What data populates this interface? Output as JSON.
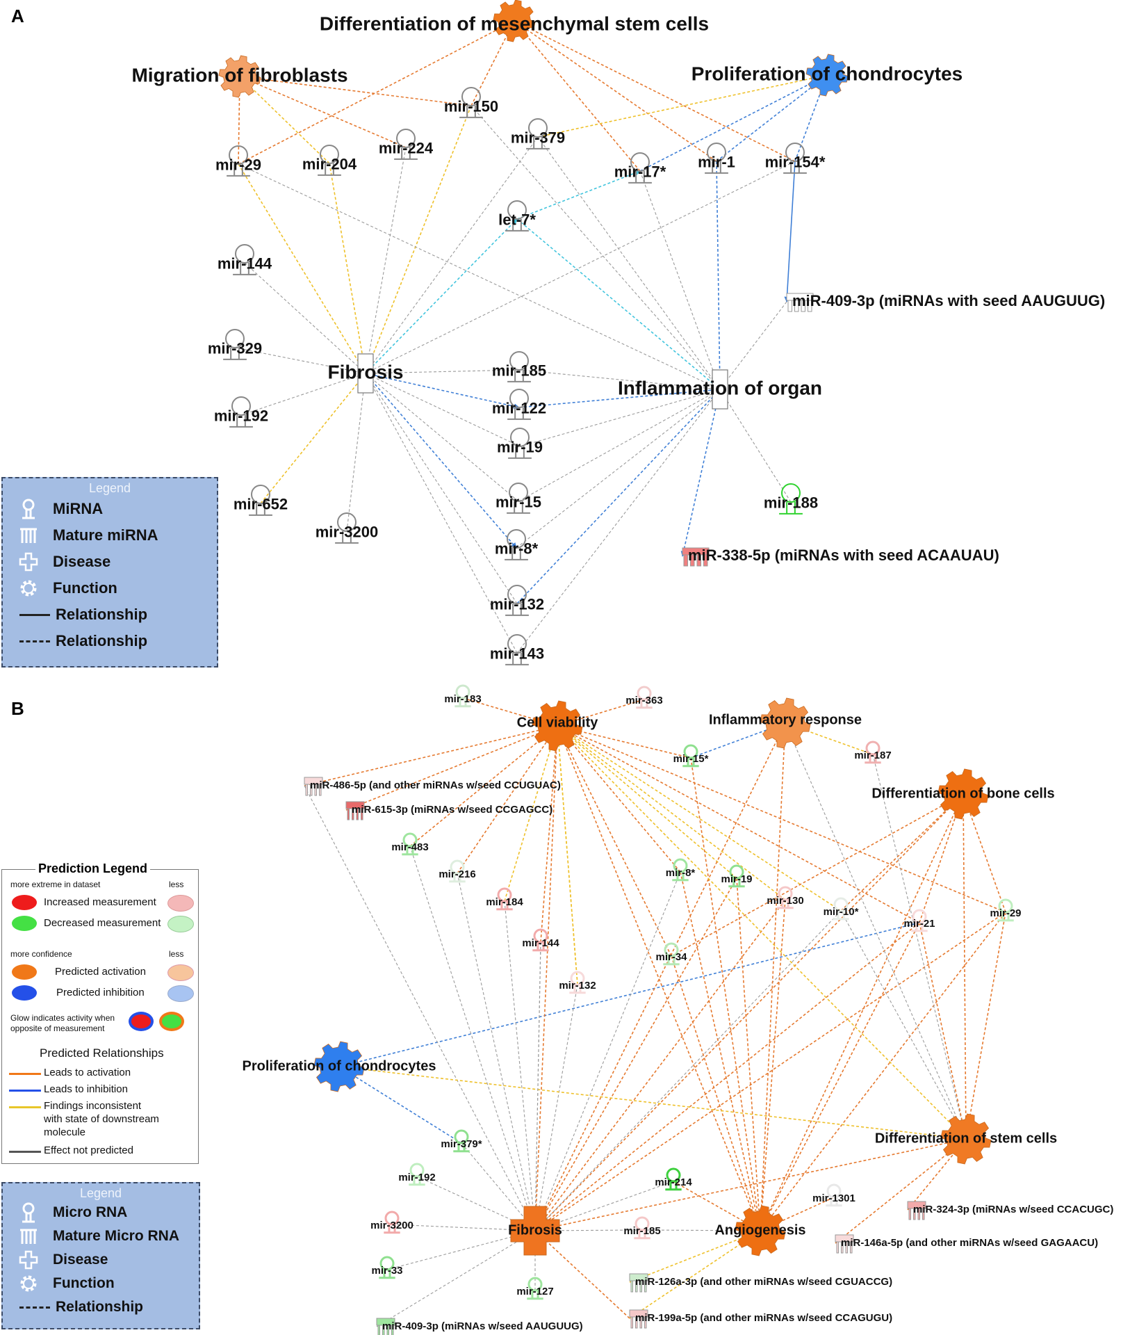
{
  "panels": [
    {
      "letter": "A",
      "functions": [
        {
          "id": "f1",
          "label": "Differentiation of mesenchymal stem cells",
          "color": "#f07a1e"
        },
        {
          "id": "f2",
          "label": "Migration of fibroblasts",
          "color": "#f3a168"
        },
        {
          "id": "f3",
          "label": "Proliferation of chondrocytes",
          "color": "#3f8ff0"
        }
      ],
      "diseases": [
        {
          "id": "d1",
          "label": "Fibrosis",
          "color": "#ffffff"
        },
        {
          "id": "d2",
          "label": "Inflammation of organ",
          "color": "#ffffff"
        }
      ],
      "mirnas": [
        {
          "id": "m150",
          "label": "mir-150",
          "color": "#ffffff"
        },
        {
          "id": "m379",
          "label": "mir-379",
          "color": "#ffffff"
        },
        {
          "id": "m224",
          "label": "mir-224",
          "color": "#ffffff"
        },
        {
          "id": "m29",
          "label": "mir-29",
          "color": "#ffffff"
        },
        {
          "id": "m204",
          "label": "mir-204",
          "color": "#ffffff"
        },
        {
          "id": "m17",
          "label": "mir-17*",
          "color": "#ffffff"
        },
        {
          "id": "m1",
          "label": "mir-1",
          "color": "#ffffff"
        },
        {
          "id": "m154",
          "label": "mir-154*",
          "color": "#ffffff"
        },
        {
          "id": "let7",
          "label": "let-7*",
          "color": "#ffffff"
        },
        {
          "id": "m144",
          "label": "mir-144",
          "color": "#ffffff"
        },
        {
          "id": "m329",
          "label": "mir-329",
          "color": "#ffffff"
        },
        {
          "id": "m192",
          "label": "mir-192",
          "color": "#ffffff"
        },
        {
          "id": "m652",
          "label": "mir-652",
          "color": "#ffffff"
        },
        {
          "id": "m3200",
          "label": "mir-3200",
          "color": "#ffffff"
        },
        {
          "id": "m185",
          "label": "mir-185",
          "color": "#ffffff"
        },
        {
          "id": "m122",
          "label": "mir-122",
          "color": "#ffffff"
        },
        {
          "id": "m19",
          "label": "mir-19",
          "color": "#ffffff"
        },
        {
          "id": "m15",
          "label": "mir-15",
          "color": "#ffffff"
        },
        {
          "id": "m8",
          "label": "mir-8*",
          "color": "#ffffff"
        },
        {
          "id": "m132",
          "label": "mir-132",
          "color": "#ffffff"
        },
        {
          "id": "m143",
          "label": "mir-143",
          "color": "#ffffff"
        },
        {
          "id": "m188",
          "label": "mir-188",
          "color": "#2fd32f"
        }
      ],
      "mature": [
        {
          "id": "mat409",
          "label": "miR-409-3p (miRNAs with seed AAUGUUG)",
          "color": "#ffffff"
        },
        {
          "id": "mat338",
          "label": "miR-338-5p (miRNAs with seed ACAAUAU)",
          "color": "#f08080"
        }
      ],
      "legend": {
        "title": "Legend",
        "items": [
          "MiRNA",
          "Mature miRNA",
          "Disease",
          "Function",
          "Relationship",
          "Relationship"
        ]
      }
    },
    {
      "letter": "B",
      "functions": [
        {
          "id": "cv",
          "label": "Cell viability",
          "color": "#ee6f12"
        },
        {
          "id": "ir",
          "label": "Inflammatory response",
          "color": "#f2934c"
        },
        {
          "id": "dbc",
          "label": "Differentiation of bone cells",
          "color": "#ee6f12"
        },
        {
          "id": "pc",
          "label": "Proliferation of chondrocytes",
          "color": "#2f7fee"
        },
        {
          "id": "dsc",
          "label": "Differentiation of stem cells",
          "color": "#f07a24"
        },
        {
          "id": "ang",
          "label": "Angiogenesis",
          "color": "#ee6f12"
        }
      ],
      "diseases": [
        {
          "id": "fib",
          "label": "Fibrosis",
          "color": "#ef7420"
        }
      ],
      "mirnas": [
        {
          "id": "b183",
          "label": "mir-183",
          "color": "#cde8cd"
        },
        {
          "id": "b363",
          "label": "mir-363",
          "color": "#f2cccc"
        },
        {
          "id": "b15",
          "label": "mir-15*",
          "color": "#8fe08f"
        },
        {
          "id": "b187",
          "label": "mir-187",
          "color": "#f0b0b0"
        },
        {
          "id": "b483",
          "label": "mir-483",
          "color": "#9fe59f"
        },
        {
          "id": "b216",
          "label": "mir-216",
          "color": "#dfeedf"
        },
        {
          "id": "b184",
          "label": "mir-184",
          "color": "#f2aaaa"
        },
        {
          "id": "b8",
          "label": "mir-8*",
          "color": "#9fe59f"
        },
        {
          "id": "b19",
          "label": "mir-19",
          "color": "#8fe08f"
        },
        {
          "id": "b130",
          "label": "mir-130",
          "color": "#f5c8c8"
        },
        {
          "id": "b10",
          "label": "mir-10*",
          "color": "#e6ece6"
        },
        {
          "id": "b21",
          "label": "mir-21",
          "color": "#f7dada"
        },
        {
          "id": "b29",
          "label": "mir-29",
          "color": "#bfeebf"
        },
        {
          "id": "b144",
          "label": "mir-144",
          "color": "#f2aaaa"
        },
        {
          "id": "b34",
          "label": "mir-34",
          "color": "#b5e8b5"
        },
        {
          "id": "b132",
          "label": "mir-132",
          "color": "#f7dada"
        },
        {
          "id": "b379",
          "label": "mir-379*",
          "color": "#8fe08f"
        },
        {
          "id": "b192",
          "label": "mir-192",
          "color": "#bfeebf"
        },
        {
          "id": "b214",
          "label": "mir-214",
          "color": "#3ed03e"
        },
        {
          "id": "b1301",
          "label": "mir-1301",
          "color": "#e8e8e8"
        },
        {
          "id": "b3200",
          "label": "mir-3200",
          "color": "#f2aaaa"
        },
        {
          "id": "b185",
          "label": "mir-185",
          "color": "#f5c8c8"
        },
        {
          "id": "b33",
          "label": "mir-33",
          "color": "#8fe08f"
        },
        {
          "id": "b127",
          "label": "mir-127",
          "color": "#9fe59f"
        }
      ],
      "mature": [
        {
          "id": "bm486",
          "label": "miR-486-5p (and other miRNAs w/seed CCUGUAC)",
          "color": "#f7dada"
        },
        {
          "id": "bm615",
          "label": "miR-615-3p (miRNAs w/seed CCGAGCC)",
          "color": "#e86a6a"
        },
        {
          "id": "bm324",
          "label": "miR-324-3p (miRNAs w/seed CCACUGC)",
          "color": "#f2aaaa"
        },
        {
          "id": "bm146",
          "label": "miR-146a-5p (and other miRNAs w/seed GAGAACU)",
          "color": "#f7dada"
        },
        {
          "id": "bm126",
          "label": "miR-126a-3p (and other miRNAs w/seed CGUACCG)",
          "color": "#cdeccd"
        },
        {
          "id": "bm199",
          "label": "miR-199a-5p (and other miRNAs w/seed CCAGUGU)",
          "color": "#f5c8c8"
        },
        {
          "id": "bm409",
          "label": "miR-409-3p (miRNAs w/seed AAUGUUG)",
          "color": "#9fe59f"
        }
      ],
      "legend": {
        "title": "Legend",
        "items": [
          "Micro RNA",
          "Mature Micro RNA",
          "Disease",
          "Function",
          "Relationship"
        ]
      },
      "prediction_legend": {
        "title": "Prediction Legend",
        "more_extreme": "more extreme in dataset",
        "less": "less",
        "increased": "Increased measurement",
        "decreased": "Decreased measurement",
        "more_confidence": "more confidence",
        "less2": "less",
        "activation": "Predicted activation",
        "inhibition": "Predicted inhibition",
        "glow_line1": "Glow indicates activity when",
        "glow_line2": "opposite of measurement",
        "relationships_title": "Predicted Relationships",
        "rel_activation": "Leads to activation",
        "rel_inhibition": "Leads to inhibition",
        "rel_inconsistent_1": "Findings inconsistent",
        "rel_inconsistent_2": "with state of downstream",
        "rel_inconsistent_3": "molecule",
        "rel_not_predicted": "Effect not predicted",
        "colors": {
          "increased": "#ee1c1c",
          "increased_less": "#f4b8b8",
          "decreased": "#44e044",
          "decreased_less": "#c4f2c4",
          "activation": "#f07818",
          "activation_less": "#f7c59c",
          "inhibition": "#2450e8",
          "inhibition_less": "#a8c4f2"
        }
      }
    }
  ]
}
